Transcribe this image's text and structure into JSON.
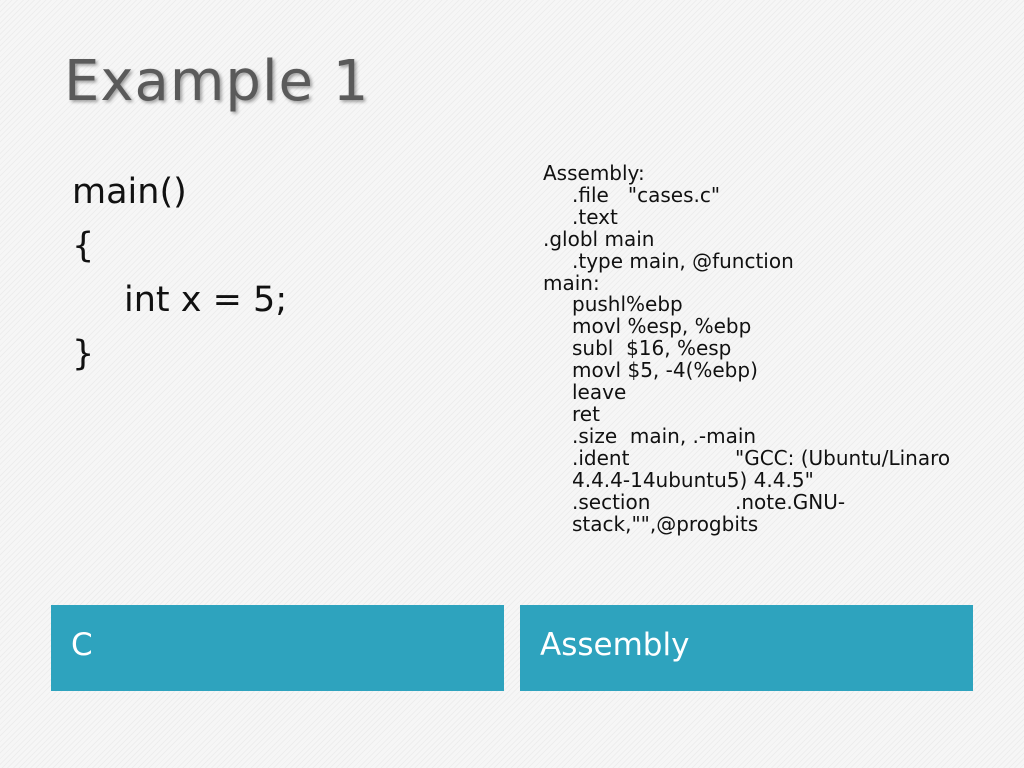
{
  "slide": {
    "title": "Example 1"
  },
  "c_code": {
    "lines": [
      "main()",
      "{",
      "int x = 5;",
      "}"
    ]
  },
  "assembly": {
    "header": "Assembly:",
    "lines": [
      ".file   \"cases.c\"",
      ".text",
      ".globl main",
      ".type main, @function",
      "main:",
      "pushl%ebp",
      "movl %esp, %ebp",
      "subl  $16, %esp",
      "movl $5, -4(%ebp)",
      "leave",
      "ret",
      ".size  main, .-main"
    ],
    "ident_directive": ".ident",
    "ident_value": "\"GCC: (Ubuntu/Linaro 4.4.4-14ubuntu5) 4.4.5\"",
    "section_directive": ".section",
    "section_value": ".note.GNU-stack,\"\",@progbits"
  },
  "panels": {
    "left_label": "C",
    "right_label": "Assembly"
  },
  "colors": {
    "panel": "#2ea3be",
    "title": "#5a5a5a"
  }
}
